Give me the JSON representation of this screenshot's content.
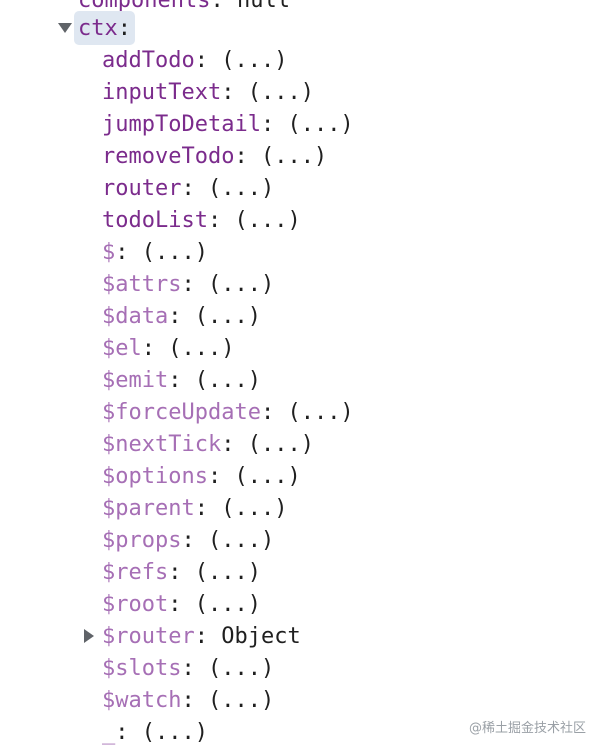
{
  "top_partial": {
    "key": "components",
    "value": "null"
  },
  "ctx": {
    "key": "ctx"
  },
  "props": [
    {
      "key": "addTodo",
      "value": "(...)",
      "internal": false
    },
    {
      "key": "inputText",
      "value": "(...)",
      "internal": false
    },
    {
      "key": "jumpToDetail",
      "value": "(...)",
      "internal": false
    },
    {
      "key": "removeTodo",
      "value": "(...)",
      "internal": false
    },
    {
      "key": "router",
      "value": "(...)",
      "internal": false
    },
    {
      "key": "todoList",
      "value": "(...)",
      "internal": false
    },
    {
      "key": "$",
      "value": "(...)",
      "internal": true
    },
    {
      "key": "$attrs",
      "value": "(...)",
      "internal": true
    },
    {
      "key": "$data",
      "value": "(...)",
      "internal": true
    },
    {
      "key": "$el",
      "value": "(...)",
      "internal": true
    },
    {
      "key": "$emit",
      "value": "(...)",
      "internal": true
    },
    {
      "key": "$forceUpdate",
      "value": "(...)",
      "internal": true
    },
    {
      "key": "$nextTick",
      "value": "(...)",
      "internal": true
    },
    {
      "key": "$options",
      "value": "(...)",
      "internal": true
    },
    {
      "key": "$parent",
      "value": "(...)",
      "internal": true
    },
    {
      "key": "$props",
      "value": "(...)",
      "internal": true
    },
    {
      "key": "$refs",
      "value": "(...)",
      "internal": true
    },
    {
      "key": "$root",
      "value": "(...)",
      "internal": true
    },
    {
      "key": "$router",
      "value": "Object",
      "internal": true,
      "expandable": true
    },
    {
      "key": "$slots",
      "value": "(...)",
      "internal": true
    },
    {
      "key": "$watch",
      "value": "(...)",
      "internal": true
    },
    {
      "key": "_",
      "value": "(...)",
      "internal": true
    }
  ],
  "watermark": "@稀土掘金技术社区"
}
